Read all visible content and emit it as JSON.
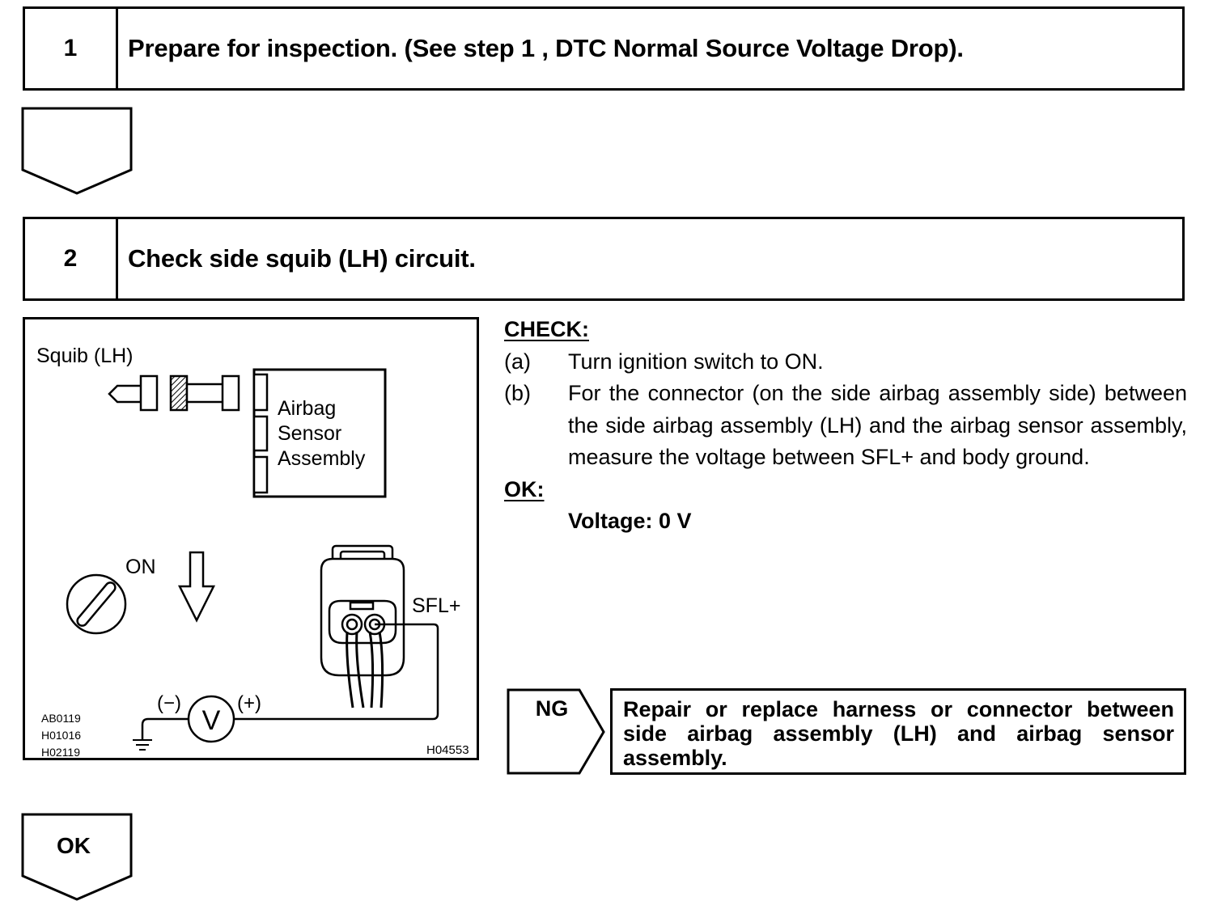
{
  "step1": {
    "number": "1",
    "title": "Prepare for inspection. (See step 1 , DTC Normal Source Voltage Drop)."
  },
  "step2": {
    "number": "2",
    "title": "Check side squib (LH) circuit."
  },
  "figure": {
    "squib_label": "Squib (LH)",
    "sensor_line1": "Airbag",
    "sensor_line2": "Sensor",
    "sensor_line3": "Assembly",
    "on_label": "ON",
    "terminal_label": "SFL+",
    "minus_label": "(−)",
    "plus_label": "(+)",
    "meter_symbol": "V",
    "ref_codes": [
      "AB0119",
      "H01016",
      "H02119"
    ],
    "figure_code": "H04553"
  },
  "check": {
    "heading": "CHECK:",
    "items": [
      {
        "label": "(a)",
        "text": "Turn ignition switch to ON."
      },
      {
        "label": "(b)",
        "text": "For the connector (on the side airbag assembly side) between the side airbag assembly (LH) and the airbag sensor assembly, measure the voltage between SFL+ and body ground."
      }
    ],
    "ok_heading": "OK:",
    "ok_value": "Voltage: 0 V"
  },
  "ng": {
    "label": "NG",
    "text": "Repair or replace harness or connector between side airbag assembly (LH) and airbag sensor assembly."
  },
  "ok_flow_label": "OK"
}
